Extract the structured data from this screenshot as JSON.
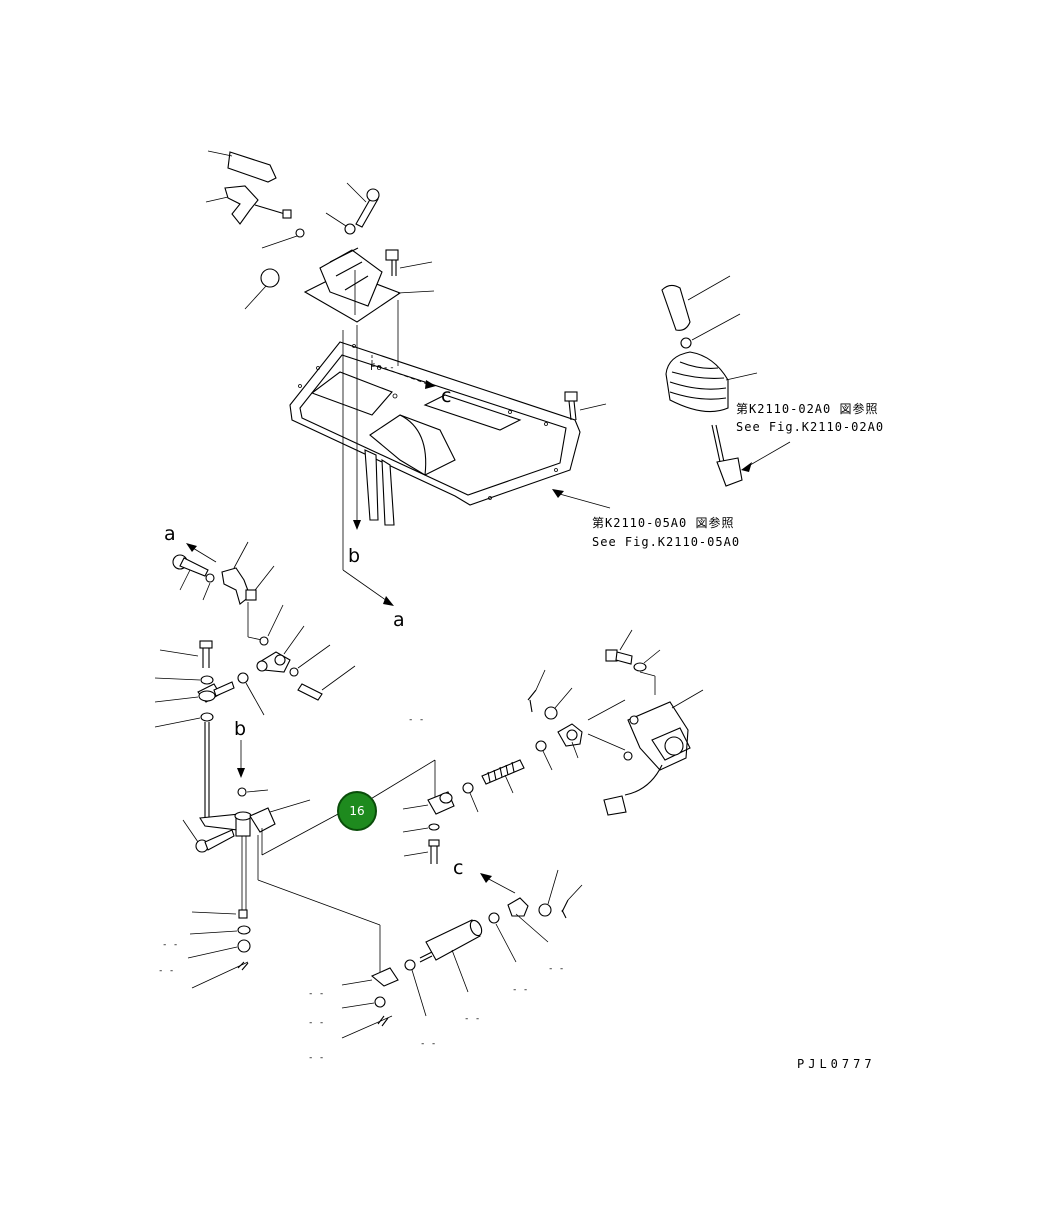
{
  "diagram": {
    "view_labels": {
      "a_top": "a",
      "a_mid": "a",
      "b_top": "b",
      "b_mid": "b",
      "c_top": "c",
      "c_mid": "c"
    },
    "references": {
      "control_lever_ja": "第K2110-02A0 図参照",
      "control_lever_en": "See Fig.K2110-02A0",
      "floor_ja": "第K2110-05A0 図参照",
      "floor_en": "See Fig.K2110-05A0"
    },
    "callout": {
      "number": "16",
      "color": "#1e8a1e",
      "border_color": "#0a4d0a"
    },
    "drawing_code": "PJL0777",
    "dash_marks": [
      "- -",
      "- -",
      "- -",
      "- -",
      "- -",
      "- -",
      "- -",
      "- -",
      "- -",
      "- -"
    ]
  }
}
